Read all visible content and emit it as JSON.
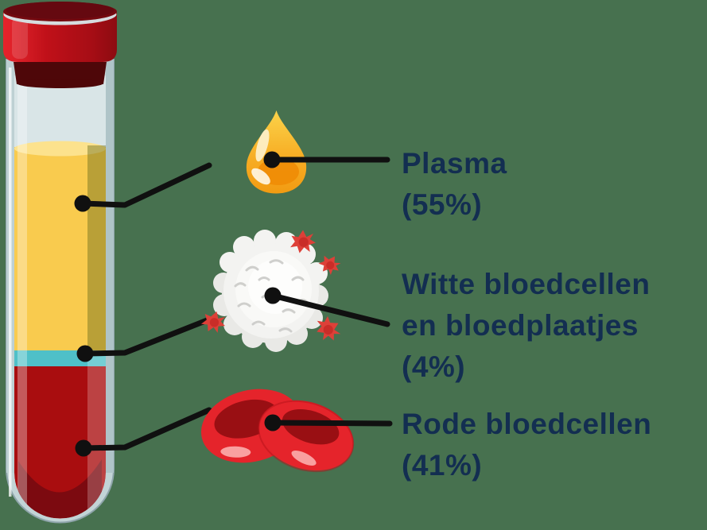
{
  "figure": {
    "description_names": {
      "tube": "blood-test-tube",
      "layers": [
        "plasma-layer",
        "buffy-coat-layer",
        "red-cells-layer"
      ]
    },
    "background_color": "#47714f",
    "text_color": "#132e51",
    "connector_color": "#101010",
    "tube": {
      "cap_color": "#c01019",
      "glass_color": "#c2d4d6",
      "layers": [
        {
          "name": "plasma",
          "color": "#f9cb4e",
          "percent": 55
        },
        {
          "name": "buffy-coat",
          "color": "#4fc0c8",
          "percent": 4
        },
        {
          "name": "red-cells",
          "color": "#a90d0f",
          "percent": 41
        }
      ]
    },
    "entries": [
      {
        "id": "plasma",
        "icon": "plasma-drop-icon",
        "icon_color": "#f7ae25",
        "percent": 55,
        "lines": [
          "Plasma",
          "(55%)"
        ]
      },
      {
        "id": "witte-bloedcellen-en-bloedplaatjes",
        "icon": "white-blood-cell-icon",
        "icon_color": "#f3f3f1",
        "percent": 4,
        "lines": [
          "Witte bloedcellen",
          "en bloedplaatjes",
          "(4%)"
        ]
      },
      {
        "id": "rode-bloedcellen",
        "icon": "red-blood-cells-icon",
        "icon_color": "#e5242b",
        "percent": 41,
        "lines": [
          "Rode bloedcellen",
          "(41%)"
        ]
      }
    ]
  }
}
